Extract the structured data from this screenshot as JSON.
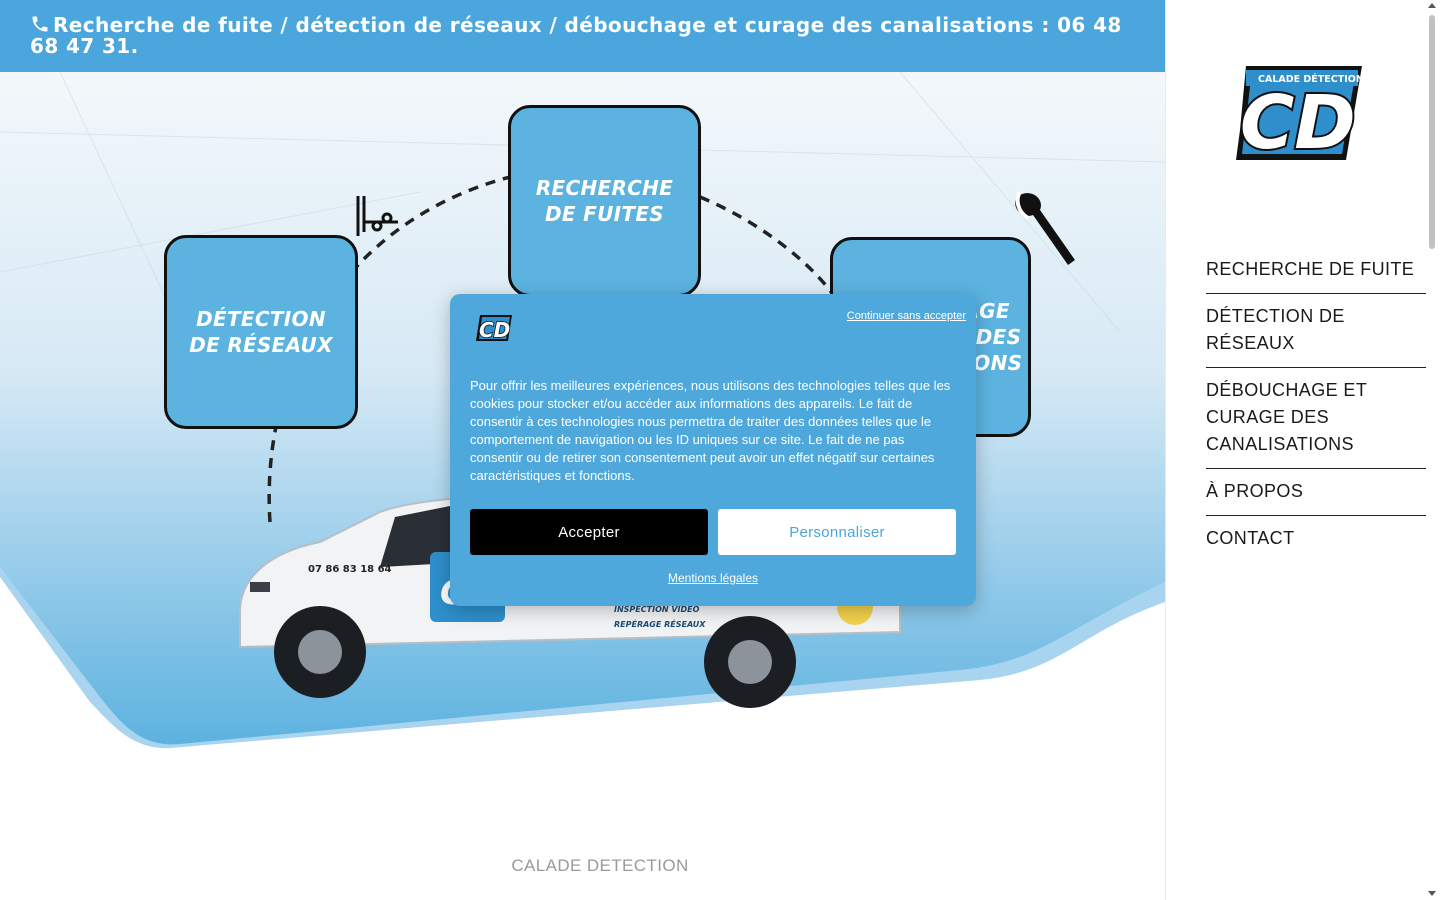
{
  "banner": {
    "text": "Recherche de fuite / détection de réseaux / débouchage et curage des canalisations : ",
    "phone": "06 48 68 47 31",
    "end": "."
  },
  "hero": {
    "nodes": [
      {
        "label": "RECHERCHE\nDE FUITES"
      },
      {
        "label": "DÉTECTION\nDE RÉSEAUX"
      },
      {
        "label": "DÉBOUCHAGE\nET CURAGE DES\nCANALISATIONS"
      }
    ],
    "truck_phone": "07 86 83 18 64",
    "truck_lines": [
      "INSPECTION VIDÉO",
      "REPÉRAGE RÉSEAUX"
    ]
  },
  "sidebar": {
    "logo_text": "CALADE DÉTECTION",
    "logo_mark": "CD",
    "nav": [
      {
        "label": "RECHERCHE DE FUITE"
      },
      {
        "label": "DÉTECTION DE RÉSEAUX"
      },
      {
        "label": "DÉBOUCHAGE ET CURAGE DES CANALISATIONS"
      },
      {
        "label": "À PROPOS"
      },
      {
        "label": "CONTACT"
      }
    ]
  },
  "cookie": {
    "skip": "Continuer sans accepter",
    "text": "Pour offrir les meilleures expériences, nous utilisons des technologies telles que les cookies pour stocker et/ou accéder aux informations des appareils. Le fait de consentir à ces technologies nous permettra de traiter des données telles que le comportement de navigation ou les ID uniques sur ce site. Le fait de ne pas consentir ou de retirer son consentement peut avoir un effet négatif sur certaines caractéristiques et fonctions.",
    "accept": "Accepter",
    "customize": "Personnaliser",
    "legal": "Mentions légales"
  },
  "footer": {
    "label": "CALADE DETECTION"
  },
  "colors": {
    "brand": "#4aa6dc",
    "node": "#5cb3e0",
    "dark": "#111111"
  }
}
